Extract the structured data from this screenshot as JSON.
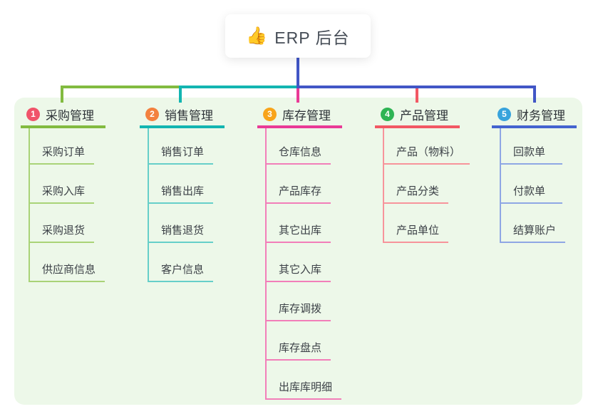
{
  "root": {
    "label": "ERP 后台",
    "emoji": "👍"
  },
  "panel": {
    "background": "#edf8e9"
  },
  "connector_colors": {
    "trunk_blue": "#4156c6",
    "green": "#82bb40",
    "teal": "#13b5b1",
    "magenta": "#e93a96",
    "salmon": "#f25864",
    "royal_blue": "#4156c6"
  },
  "branches": [
    {
      "number": "1",
      "label": "采购管理",
      "badge_color": "#f0536a",
      "line_color": "#82bb40",
      "child_line_color": "#a9d377",
      "children": [
        "采购订单",
        "采购入库",
        "采购退货",
        "供应商信息"
      ]
    },
    {
      "number": "2",
      "label": "销售管理",
      "badge_color": "#f3813f",
      "line_color": "#13b5b1",
      "child_line_color": "#66cfc9",
      "children": [
        "销售订单",
        "销售出库",
        "销售退货",
        "客户信息"
      ]
    },
    {
      "number": "3",
      "label": "库存管理",
      "badge_color": "#f8a41b",
      "line_color": "#e93a96",
      "child_line_color": "#f27eb9",
      "children": [
        "仓库信息",
        "产品库存",
        "其它出库",
        "其它入库",
        "库存调拨",
        "库存盘点",
        "出库库明细"
      ]
    },
    {
      "number": "4",
      "label": "产品管理",
      "badge_color": "#2eb454",
      "line_color": "#f25864",
      "child_line_color": "#f7949b",
      "children": [
        "产品（物料）",
        "产品分类",
        "产品单位"
      ]
    },
    {
      "number": "5",
      "label": "财务管理",
      "badge_color": "#38a3dc",
      "line_color": "#4463cf",
      "child_line_color": "#8fa7e4",
      "children": [
        "回款单",
        "付款单",
        "结算账户"
      ]
    }
  ]
}
